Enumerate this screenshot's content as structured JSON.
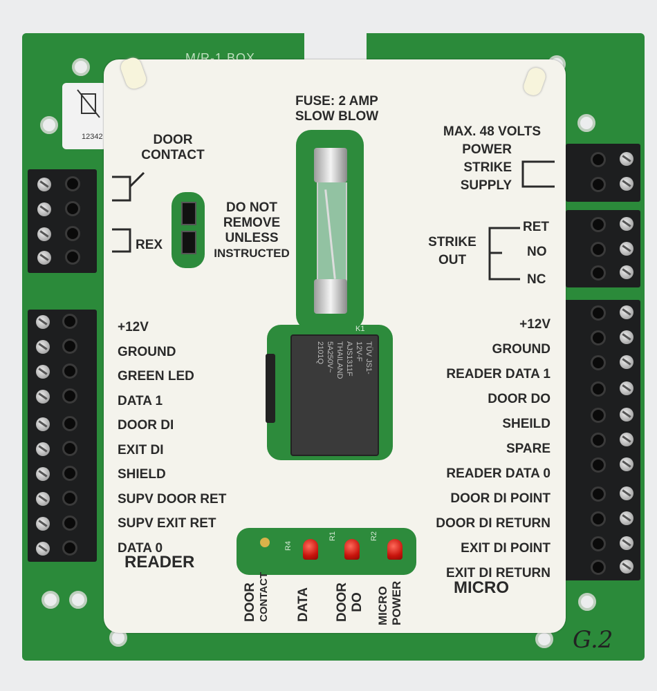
{
  "board": {
    "silk_top": "M/R-1 BOX",
    "sticker_number": "12342"
  },
  "fuse": {
    "line1": "FUSE: 2 AMP",
    "line2": "SLOW BLOW"
  },
  "door_contact": {
    "line1": "DOOR",
    "line2": "CONTACT"
  },
  "rex": "REX",
  "do_not_remove": [
    "DO NOT",
    "REMOVE",
    "UNLESS",
    "INSTRUCTED"
  ],
  "max_volts": "MAX. 48 VOLTS",
  "power_strike": {
    "line1": "POWER",
    "line2": "STRIKE",
    "line3": "SUPPLY"
  },
  "strike_out": {
    "line1": "STRIKE",
    "line2": "OUT",
    "ret": "RET",
    "no": "NO",
    "nc": "NC"
  },
  "left_labels": [
    "+12V",
    "GROUND",
    "GREEN LED",
    "DATA 1",
    "DOOR DI",
    "EXIT DI",
    "SHIELD",
    "SUPV DOOR RET",
    "SUPV EXIT RET",
    "DATA 0"
  ],
  "reader_title": "READER",
  "right_labels": [
    "+12V",
    "GROUND",
    "READER DATA 1",
    "DOOR DO",
    "SHEILD",
    "SPARE",
    "READER DATA 0",
    "DOOR DI POINT",
    "DOOR DI RETURN",
    "EXIT DI POINT",
    "EXIT DI RETURN"
  ],
  "micro_title": "MICRO",
  "bottom_labels": {
    "door_contact": [
      "DOOR",
      "CONTACT"
    ],
    "data": "DATA",
    "door_do": [
      "DOOR",
      "DO"
    ],
    "micro_power": [
      "MICRO",
      "POWER"
    ]
  },
  "relay": {
    "brand": "TÜV",
    "model": "JS1-12V-F",
    "model2": "AJS1311F",
    "country": "THAILAND",
    "spec": "5A250V~",
    "date": "2101Q"
  },
  "pcb_labels": {
    "r4": "R4",
    "r1": "R1",
    "r2": "R2",
    "k1": "K1"
  },
  "handwriting": "G.2"
}
